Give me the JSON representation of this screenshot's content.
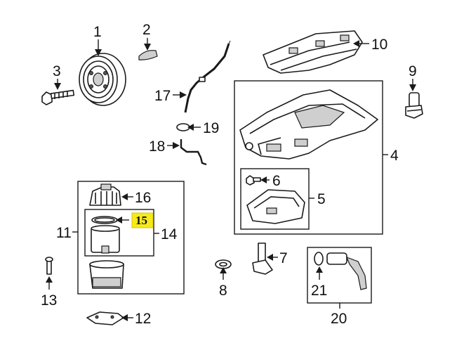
{
  "diagram": {
    "highlight_color": "#f7ea1c",
    "highlighted_callout": "15",
    "callouts": [
      "1",
      "2",
      "3",
      "4",
      "5",
      "6",
      "7",
      "8",
      "9",
      "10",
      "11",
      "12",
      "13",
      "14",
      "16",
      "17",
      "18",
      "19",
      "20",
      "21"
    ]
  }
}
